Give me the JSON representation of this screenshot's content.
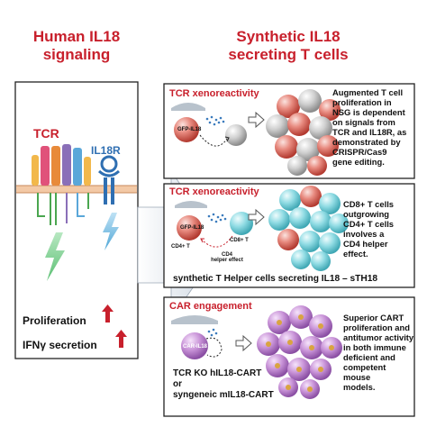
{
  "left": {
    "title_line1": "Human IL18",
    "title_line2": "signaling",
    "tcr_label": "TCR",
    "il18r_label": "IL18R",
    "proliferation_label": "Proliferation",
    "ifng_label": "IFNγ secretion"
  },
  "right": {
    "title_line1": "Synthetic IL18",
    "title_line2": "secreting T cells"
  },
  "panel1": {
    "heading": "TCR xenoreactivity",
    "gfp_label": "GFP-IL18",
    "description": [
      "Augmented T cell",
      "proliferation in",
      "NSG is dependent",
      "on signals from",
      "TCR and IL18R, as",
      "demonstrated by",
      "CRISPR/Cas9",
      "gene editing."
    ]
  },
  "panel2": {
    "heading": "TCR xenoreactivity",
    "gfp_label": "GFP-IL18",
    "cd4_label": "CD4+ T",
    "cd8_label": "CD8+ T",
    "helper_line1": "CD4",
    "helper_line2": "helper effect",
    "description": [
      "CD8+ T cells",
      "outgrowing",
      "CD4+ T cells",
      "involves a",
      "CD4 helper",
      "effect."
    ],
    "footer": "synthetic T Helper cells secreting IL18 – sTH18"
  },
  "panel3": {
    "heading": "CAR engagement",
    "car_label": "CAR-IL18",
    "footer_line1": "TCR KO hIL18-CART",
    "footer_line2": "or",
    "footer_line3": "syngeneic mIL18-CART",
    "description": [
      "Superior CART",
      "proliferation and",
      "antitumor activity",
      "in both immune",
      "deficient and",
      "competent mouse",
      "models."
    ]
  },
  "colors": {
    "accent_red": "#c8202c",
    "cyan_cell": "#7fd3dc",
    "violet_cell": "#c68fd6",
    "gray_cell": "#b9b9b9",
    "red_cell": "#e07a72"
  }
}
